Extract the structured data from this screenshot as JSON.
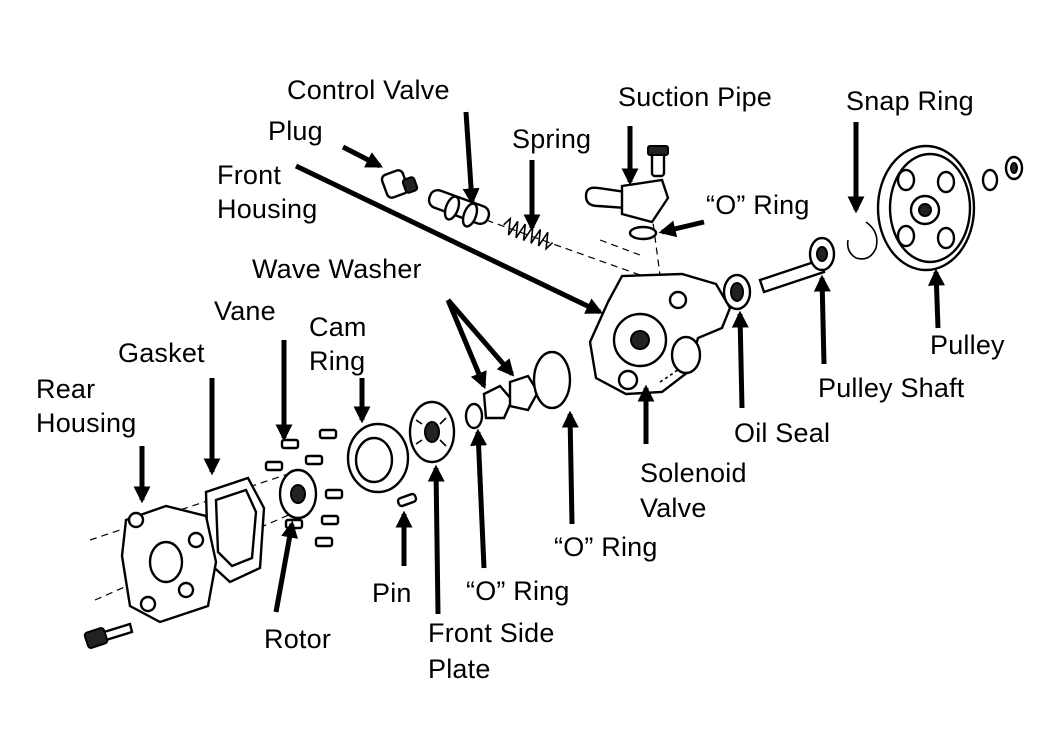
{
  "labels": {
    "control_valve": "Control Valve",
    "plug": "Plug",
    "front_housing_1": "Front",
    "front_housing_2": "Housing",
    "spring": "Spring",
    "suction_pipe": "Suction Pipe",
    "snap_ring": "Snap Ring",
    "o_ring_top": "“O” Ring",
    "wave_washer": "Wave Washer",
    "vane": "Vane",
    "cam_ring_1": "Cam",
    "cam_ring_2": "Ring",
    "gasket": "Gasket",
    "rear_housing_1": "Rear",
    "rear_housing_2": "Housing",
    "pulley": "Pulley",
    "pulley_shaft": "Pulley Shaft",
    "oil_seal": "Oil Seal",
    "solenoid_valve_1": "Solenoid",
    "solenoid_valve_2": "Valve",
    "o_ring_mid": "“O” Ring",
    "o_ring_low": "“O” Ring",
    "pin": "Pin",
    "rotor": "Rotor",
    "front_side_plate_1": "Front Side",
    "front_side_plate_2": "Plate"
  }
}
